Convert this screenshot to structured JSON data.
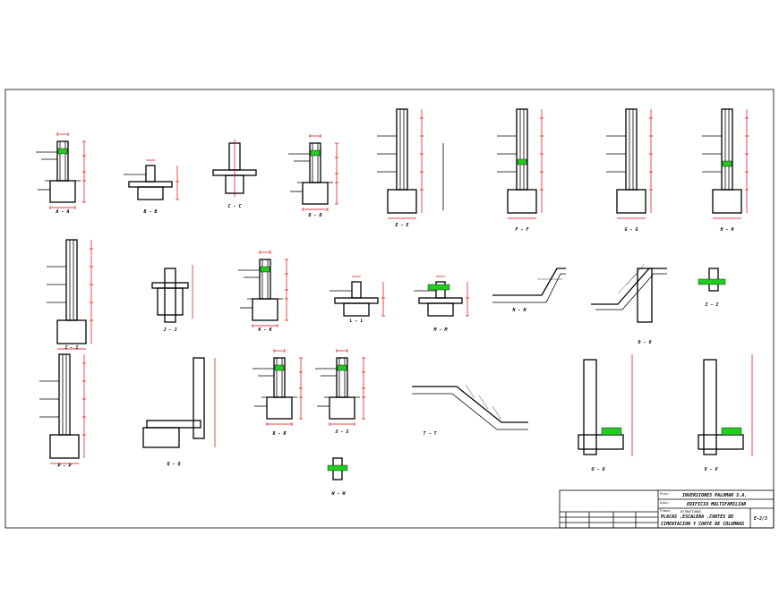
{
  "title_block": {
    "company": "INVERSIONES PALOMAR S.A.",
    "project": "EDIFICIO MULTIFAMILIAR",
    "specialty": "ESTRUCTURAS",
    "description_line1": "PLACAS ,ESCALERA ,CORTES DE",
    "description_line2": "CIMENTACION Y CORTE DE COLUMNAS",
    "sheet_number": "E-2/3",
    "small_labels": [
      "Proy:",
      "Dibu:",
      "Plano:"
    ]
  },
  "sections": [
    {
      "id": "A",
      "label": "A - A"
    },
    {
      "id": "B",
      "label": "B - B"
    },
    {
      "id": "C",
      "label": "C - C"
    },
    {
      "id": "D",
      "label": "D - D"
    },
    {
      "id": "E",
      "label": "E - E"
    },
    {
      "id": "F",
      "label": "F - F"
    },
    {
      "id": "G",
      "label": "G - G"
    },
    {
      "id": "H",
      "label": "H - H"
    },
    {
      "id": "I",
      "label": "I - I"
    },
    {
      "id": "J",
      "label": "J - J"
    },
    {
      "id": "K",
      "label": "K - K"
    },
    {
      "id": "L",
      "label": "L - L"
    },
    {
      "id": "M",
      "label": "M - M"
    },
    {
      "id": "N",
      "label": "N - N"
    },
    {
      "id": "O",
      "label": "O - O"
    },
    {
      "id": "I2",
      "label": "I - I"
    },
    {
      "id": "P",
      "label": "P - P"
    },
    {
      "id": "Q",
      "label": "Q - Q"
    },
    {
      "id": "R",
      "label": "R - R"
    },
    {
      "id": "S",
      "label": "S - S"
    },
    {
      "id": "T",
      "label": "T - T"
    },
    {
      "id": "U",
      "label": "U - U"
    },
    {
      "id": "V",
      "label": "V - V"
    },
    {
      "id": "W",
      "label": "W - W"
    }
  ],
  "colors": {
    "dimension": "#e00000",
    "fill_highlight": "#22cc22",
    "ink": "#000000"
  }
}
